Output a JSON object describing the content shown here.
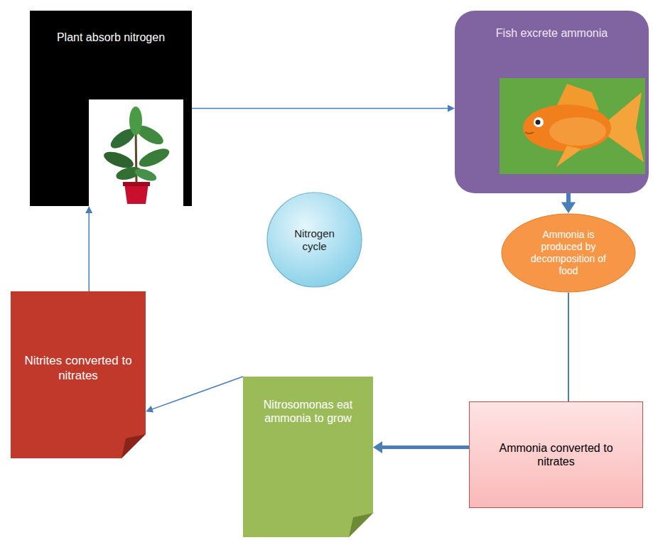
{
  "diagram": {
    "nodes": [
      {
        "text": [
          "Plant absorb nitrogen"
        ]
      },
      {
        "text": [
          "Fish excrete ammonia"
        ]
      },
      {
        "text": [
          "Ammonia is produced by decomposition of food"
        ]
      },
      {
        "text": [
          "Nitrogen cycle"
        ]
      },
      {
        "text": [
          "Nitrites converted to nitrates"
        ]
      },
      {
        "text": [
          "Nitrosomonas eat ammonia to grow"
        ]
      },
      {
        "text": [
          "Ammonia converted to nitrates"
        ]
      }
    ],
    "edges": [
      {
        "from": 0,
        "to": 1,
        "arrow": "to"
      },
      {
        "from": 1,
        "to": 2,
        "arrow": "to"
      },
      {
        "from": 2,
        "to": 6,
        "arrow": "none"
      },
      {
        "from": 6,
        "to": 5,
        "arrow": "to"
      },
      {
        "from": 5,
        "to": 4,
        "arrow": "to"
      },
      {
        "from": 4,
        "to": 0,
        "arrow": "to"
      }
    ]
  }
}
